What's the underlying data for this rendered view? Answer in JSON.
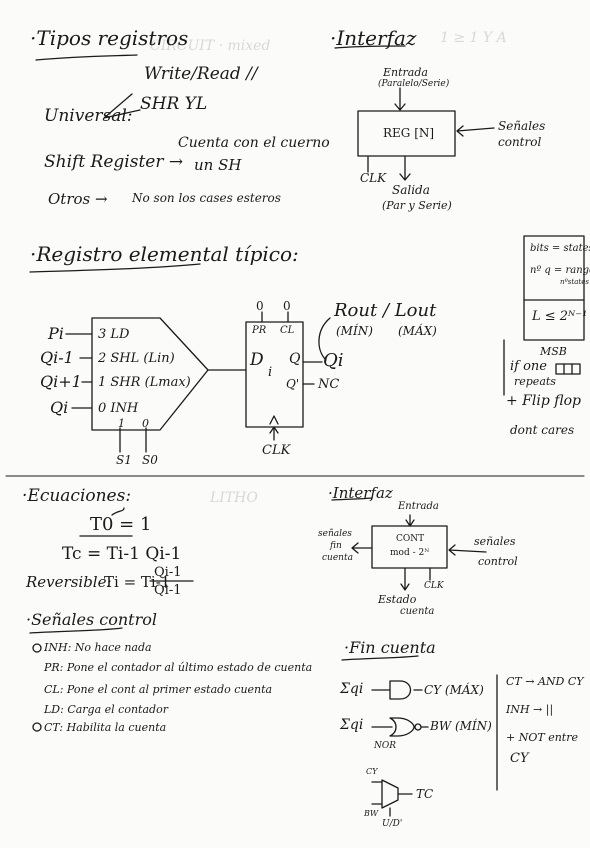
{
  "top_left": {
    "title": "·Tipos registros",
    "write_read": "Write/Read //",
    "shr_yl": "SHR YL",
    "universal": "Universal:",
    "cuenta": "Cuenta con el cuerno",
    "un_sh": "un SH",
    "shift_register": "Shift Register →",
    "otros": "Otros →",
    "no_son": "No son los cases esteros"
  },
  "top_right": {
    "title": "·Interfaz",
    "entrada": "Entrada",
    "paralelo_serie": "(Paralelo/Serie)",
    "box_label": "REG [N]",
    "senales": "Señales",
    "control": "control",
    "clk": "CLK",
    "salida": "Salida",
    "por_serie": "(Par y Serie)"
  },
  "side_notes": {
    "bits_states": "bits = states",
    "n_q": "nº q = rango",
    "n_states": "nºstates",
    "ineq": "L ≤ 2ᴺ⁻¹",
    "msb": "MSB",
    "if_one": "if one",
    "repeats": "repeats",
    "flip_flop": "+ Flip flop",
    "dont_cares": "dont cares"
  },
  "middle": {
    "title": "·Registro elemental típico:",
    "inputs": [
      "Pi",
      "Qi-1",
      "Qi+1",
      "Qi"
    ],
    "mux_lines": [
      "3 LD",
      "2 SHL (Lin)",
      "1 SHR (Lmax)",
      "0 INH"
    ],
    "sel_top": [
      "1",
      "0"
    ],
    "sel_bottom": [
      "S1",
      "S0"
    ],
    "ff_top": [
      "0",
      "0"
    ],
    "ff_pr": "PR",
    "ff_cl": "CL",
    "ff_d": "D",
    "ff_i": "i",
    "ff_q": "Q",
    "ff_qn": "Q'",
    "qi_out": "Qi",
    "nc": "NC",
    "clk": "CLK",
    "rout_lout": "Rout / Lout",
    "min": "(MÍN)",
    "max": "(MÁX)"
  },
  "bottom_left": {
    "title": "·Ecuaciones:",
    "eq1": "T0 = 1",
    "eq2": "Tc = Ti-1 Qi-1",
    "reversible": "Reversible:",
    "eq3_lhs": "Ti = Ti-1",
    "eq3_fraction": "Qi-1",
    "eq3_denom": "Qi-1",
    "signals_title": "·Señales control",
    "signals": [
      "INH: No hace nada",
      "PR: Pone el contador al último estado de cuenta",
      "CL: Pone el cont al primer estado cuenta",
      "LD: Carga el contador",
      "CT: Habilita la cuenta"
    ]
  },
  "bottom_right": {
    "title": "·Interfaz",
    "entrada": "Entrada",
    "senales_fin": "señales",
    "fin": "fin",
    "cuenta": "cuenta",
    "box_l1": "CONT",
    "box_l2": "mod - 2ᴺ",
    "senales": "señales",
    "control": "control",
    "clk": "CLK",
    "estado": "Estado",
    "cuenta2": "cuenta",
    "fin_cuenta_title": "·Fin cuenta",
    "eq_cy_lhs": "Σqi",
    "cy": "CY (MÁX)",
    "eq_bw_lhs": "Σqi",
    "bw": "BW (MÍN)",
    "nor": "NOR",
    "ct_and": "CT → AND CY",
    "inh": "INH → ||",
    "not_entre": "+ NOT entre",
    "cy2": "CY",
    "mux_cy": "CY",
    "mux_bw": "BW",
    "tc": "TC",
    "u_d": "U/D'"
  }
}
